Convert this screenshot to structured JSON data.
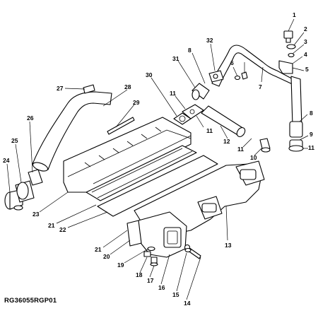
{
  "figure_id": "RG36055RGP01",
  "callouts": [
    "1",
    "2",
    "3",
    "4",
    "5",
    "6",
    "7",
    "8",
    "9",
    "10",
    "11",
    "12",
    "13",
    "14",
    "15",
    "16",
    "17",
    "18",
    "19",
    "20",
    "21",
    "22",
    "23",
    "24",
    "25",
    "26",
    "27",
    "28",
    "29",
    "30",
    "31",
    "32"
  ]
}
